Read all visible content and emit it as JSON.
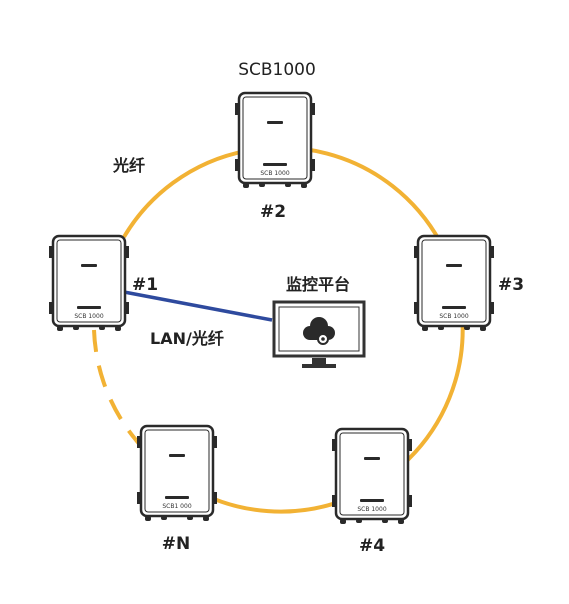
{
  "diagram": {
    "device_model": "SCB1000",
    "ring_medium_label": "光纤",
    "platform_label": "监控平台",
    "link_label": "LAN/光纤",
    "nodes": [
      {
        "id": "2",
        "label": "#2",
        "plate": "SCB 1000"
      },
      {
        "id": "1",
        "label": "#1",
        "plate": "SCB 1000"
      },
      {
        "id": "3",
        "label": "#3",
        "plate": "SCB 1000"
      },
      {
        "id": "N",
        "label": "#N",
        "plate": "SCB1 000"
      },
      {
        "id": "4",
        "label": "#4",
        "plate": "SCB 1000"
      }
    ]
  },
  "colors": {
    "ring": "#f2b234",
    "link": "#2e4a9e",
    "device_outline": "#2a2a2a",
    "platform_screen": "#333333"
  }
}
